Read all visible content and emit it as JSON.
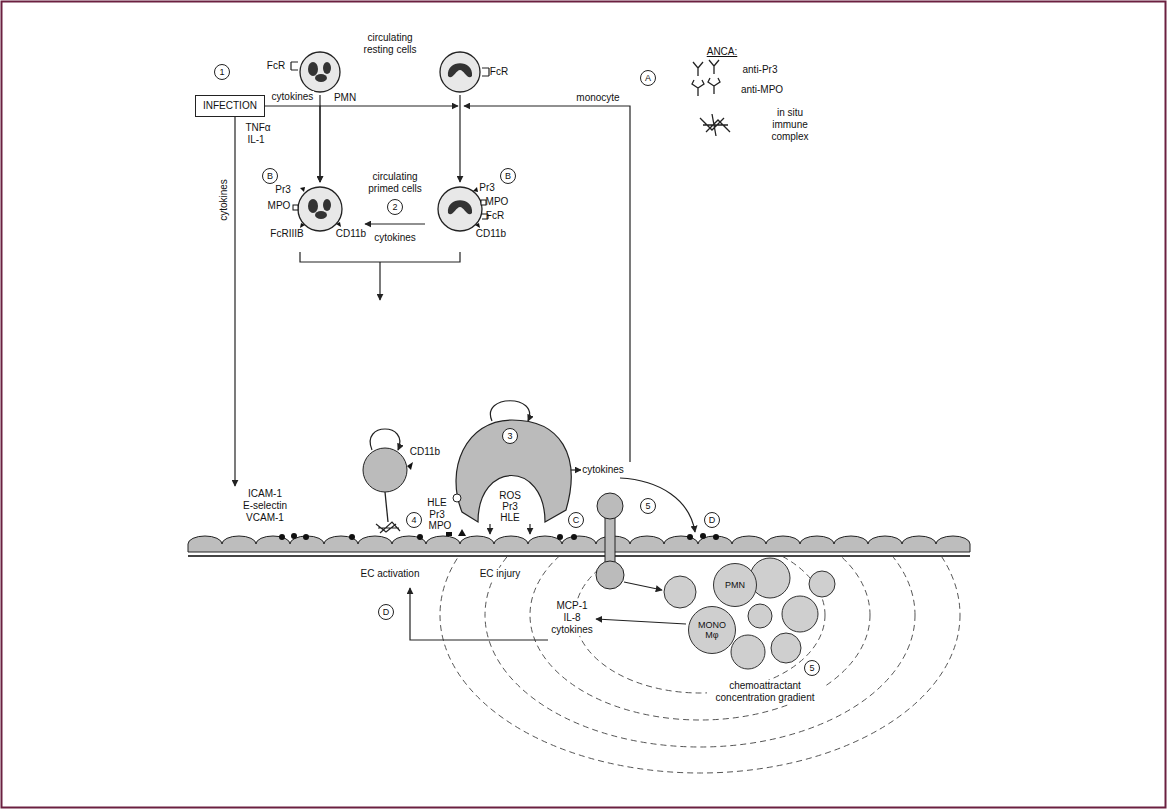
{
  "diagram": {
    "nodes": [
      {
        "text": [
          "INFECTION"
        ]
      },
      {
        "text": [
          "FcR"
        ]
      },
      {
        "text": [
          "FcR"
        ]
      },
      {
        "text": [
          "Pr3",
          "MPO",
          "FcRIIIB",
          "CD11b"
        ]
      },
      {
        "text": [
          "Pr3",
          "MPO",
          "FcR",
          "CD11b"
        ]
      },
      {
        "text": [
          "PMN"
        ]
      },
      {
        "text": [
          "MONO Mφ"
        ]
      }
    ],
    "edges": [
      {
        "from": 0,
        "to": 3,
        "arrow": "to",
        "label": "cytokines"
      },
      {
        "from": 1,
        "to": 3,
        "arrow": "to"
      },
      {
        "from": 2,
        "to": 4,
        "arrow": "to"
      },
      {
        "from": 4,
        "to": 3,
        "arrow": "to",
        "label": "cytokines"
      }
    ],
    "labels": [
      "circulating resting cells",
      "1",
      "PMN",
      "monocyte",
      "TNFα",
      "IL-1",
      "cytokines",
      "A",
      "ANCA:",
      "B",
      "B",
      "circulating primed cells",
      "2",
      "CD11b",
      "ICAM-1",
      "E-selectin",
      "VCAM-1",
      "4",
      "HLE",
      "Pr3",
      "MPO",
      "3",
      "ROS",
      "Pr3",
      "HLE",
      "C",
      "cytokines",
      "5",
      "D",
      "EC activation",
      "EC injury",
      "D",
      "5",
      "MCP-1",
      "IL-8",
      "cytokines",
      "chemoattractant concentration gradient"
    ],
    "legend": [
      {
        "text": "anti-Pr3"
      },
      {
        "text": "anti-MPO"
      },
      {
        "text": "in situ immune complex"
      }
    ]
  }
}
